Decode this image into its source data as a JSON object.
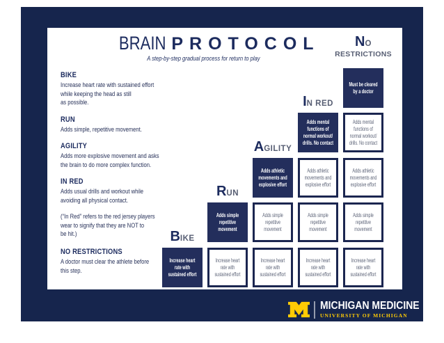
{
  "title": {
    "light": "BRAIN",
    "bold": "PROTOCOL",
    "subtitle": "A step-by-step gradual process for return to play"
  },
  "sidebar": {
    "items": [
      {
        "heading": "BIKE",
        "lines": [
          "Increase heart rate with sustained effort",
          "while keeping the head as still",
          "as possible."
        ]
      },
      {
        "heading": "RUN",
        "lines": [
          "Adds simple, repetitive movement."
        ]
      },
      {
        "heading": "AGILITY",
        "lines": [
          "Adds more explosive movement and asks",
          "the brain to do more complex function."
        ]
      },
      {
        "heading": "IN RED",
        "lines": [
          "Adds usual drills and workout while",
          "avoiding all physical contact."
        ]
      },
      {
        "heading": "",
        "lines": [
          "(“In Red” refers to the red jersey players",
          "wear to signify that they are NOT to",
          "be hit.)"
        ]
      },
      {
        "heading": "NO RESTRICTIONS",
        "lines": [
          "A doctor must clear the athlete before",
          "this step."
        ]
      }
    ]
  },
  "grid": {
    "columns": [
      {
        "header": {
          "initial": "B",
          "rest": "IKE"
        },
        "boxes": [
          {
            "filled": true,
            "lines": [
              "Increase heart",
              "rate with",
              "sustained effort"
            ]
          }
        ]
      },
      {
        "header": {
          "initial": "R",
          "rest": "UN"
        },
        "boxes": [
          {
            "filled": true,
            "lines": [
              "Adds simple",
              "repetitive",
              "movement"
            ]
          },
          {
            "filled": false,
            "lines": [
              "Increase heart",
              "rate with",
              "sustained effort"
            ]
          }
        ]
      },
      {
        "header": {
          "initial": "A",
          "rest": "GILITY"
        },
        "boxes": [
          {
            "filled": true,
            "lines": [
              "Adds athletic",
              "movements and",
              "explosive effort"
            ]
          },
          {
            "filled": false,
            "lines": [
              "Adds simple",
              "repetitive",
              "movement"
            ]
          },
          {
            "filled": false,
            "lines": [
              "Increase heart",
              "rate with",
              "sustained effort"
            ]
          }
        ]
      },
      {
        "header": {
          "initial": "I",
          "rest": "N RED"
        },
        "boxes": [
          {
            "filled": true,
            "lines": [
              "Adds mental",
              "functions of",
              "normal workout/",
              "drills. No contact"
            ]
          },
          {
            "filled": false,
            "lines": [
              "Adds athletic",
              "movements and",
              "explosive effort"
            ]
          },
          {
            "filled": false,
            "lines": [
              "Adds simple",
              "repetitive",
              "movement"
            ]
          },
          {
            "filled": false,
            "lines": [
              "Increase heart",
              "rate with",
              "sustained effort"
            ]
          }
        ]
      },
      {
        "header": {
          "initial": "N",
          "rest": "O",
          "line2": "RESTRICTIONS"
        },
        "boxes": [
          {
            "filled": true,
            "lines": [
              "Must be cleared",
              "by a doctor"
            ]
          },
          {
            "filled": false,
            "lines": [
              "Adds mental",
              "functions of",
              "normal workout/",
              "drills. No contact"
            ]
          },
          {
            "filled": false,
            "lines": [
              "Adds athletic",
              "movements and",
              "explosive effort"
            ]
          },
          {
            "filled": false,
            "lines": [
              "Adds simple",
              "repetitive",
              "movement"
            ]
          },
          {
            "filled": false,
            "lines": [
              "Increase heart",
              "rate with",
              "sustained effort"
            ]
          }
        ]
      }
    ]
  },
  "footer": {
    "org": "MICHIGAN MEDICINE",
    "sub": "UNIVERSITY OF MICHIGAN",
    "logo_icon": "michigan-block-m"
  },
  "colors": {
    "navy": "#16254d",
    "boxFill": "#232e5c",
    "boxBorder": "#1b2650",
    "titleNavy": "#1c2b5e",
    "sidebarText": "#273159",
    "mutedText": "#5d6478",
    "headerGray": "#575e73",
    "maize": "#ffcb05"
  }
}
